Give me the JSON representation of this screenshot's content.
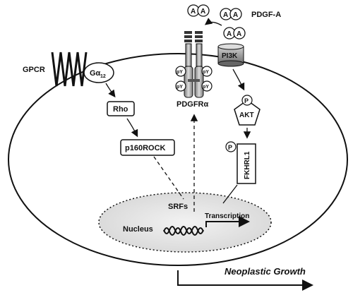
{
  "labels": {
    "gpcr": "GPCR",
    "galpha": "Gα",
    "galpha_sub": "12",
    "rho": "Rho",
    "rock": "p160ROCK",
    "pdgfa": "PDGF-A",
    "ligand_letter": "A",
    "pdgfr": "PDGFRα",
    "py": "pY",
    "pi3k": "PI3K",
    "akt": "AKT",
    "phospho": "P",
    "fkhrl1": "FKHRL1",
    "srfs": "SRFs",
    "transcription": "Transcription",
    "nucleus": "Nucleus",
    "growth": "Neoplastic Growth"
  }
}
